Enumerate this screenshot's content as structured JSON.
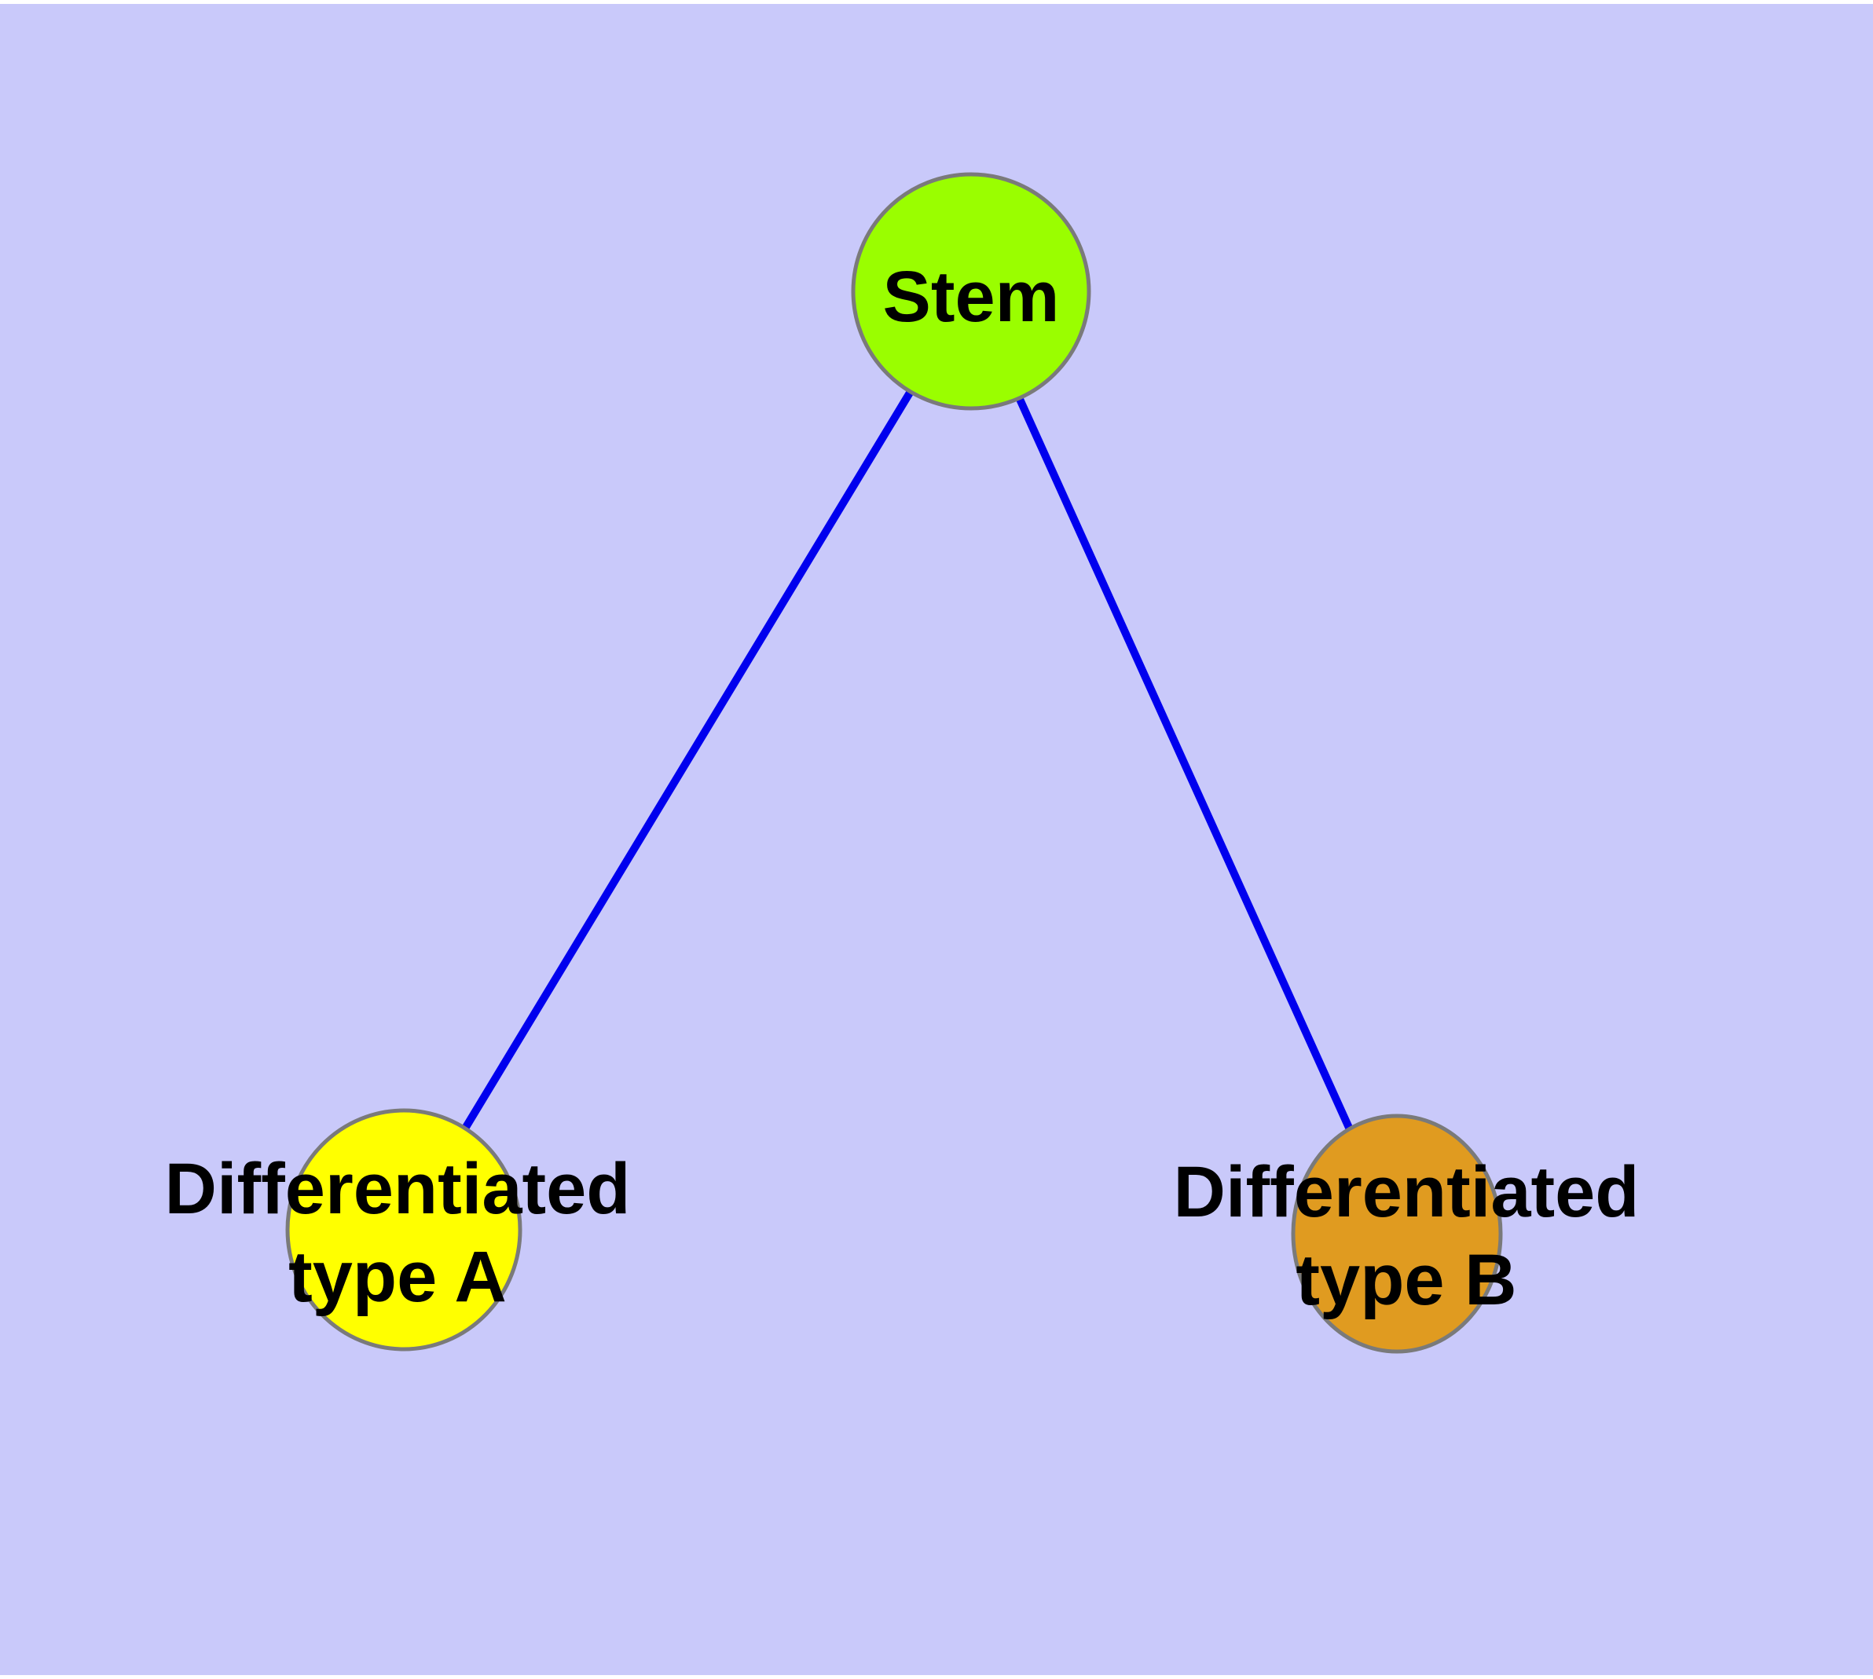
{
  "diagram": {
    "background_color": "#c9c9fa",
    "page_margin_color": "#ffffff",
    "edge_color": "#0000ee",
    "node_border_color": "#7a7a7a",
    "label_text_color": "#000000",
    "nodes": [
      {
        "id": "stem",
        "label": "Stem",
        "fill_color": "#9afe00"
      },
      {
        "id": "differentiated-type-a",
        "label_line1": "Differentiated",
        "label_line2": "type A",
        "fill_color": "#ffff00"
      },
      {
        "id": "differentiated-type-b",
        "label_line1": "Differentiated",
        "label_line2": "type B",
        "fill_color": "#e09b20"
      }
    ],
    "edges": [
      {
        "from": "Stem",
        "to": "Differentiated type A"
      },
      {
        "from": "Stem",
        "to": "Differentiated type B"
      }
    ]
  }
}
